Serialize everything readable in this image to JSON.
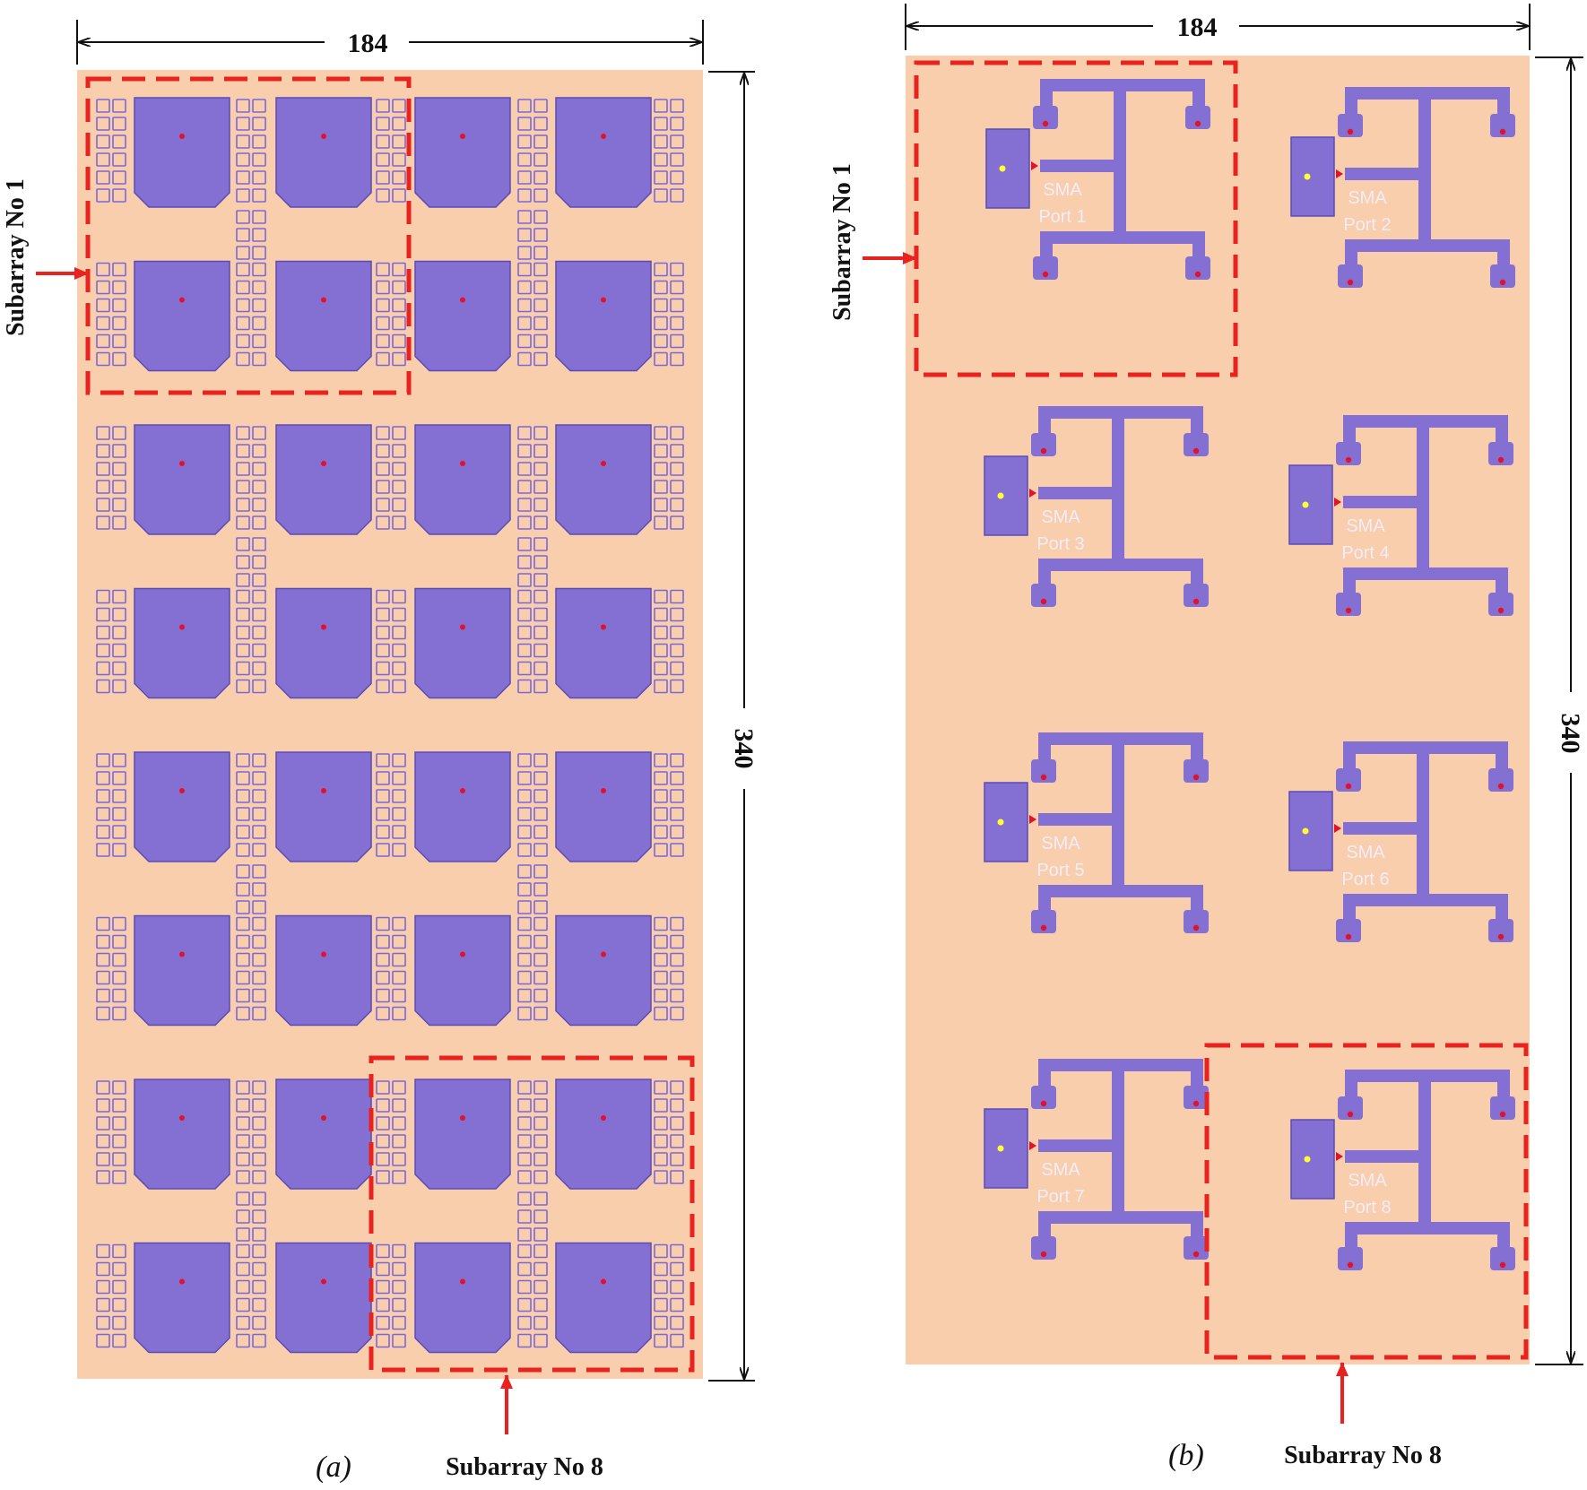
{
  "colors": {
    "substrate": "#f8ceac",
    "patch": "#8470d2",
    "patch_edge": "#5b4bb5",
    "feed_point": "#e0122c",
    "port_dot": "#ffff33",
    "highlight": "#e8221e",
    "dim_line": "#111111"
  },
  "panel_a": {
    "label": "(a)",
    "width_dim": "184",
    "height_dim": "340",
    "subarray_top_label": "Subarray No 1",
    "subarray_bottom_label": "Subarray No 8"
  },
  "panel_b": {
    "label": "(b)",
    "width_dim": "184",
    "height_dim": "340",
    "subarray_top_label": "Subarray No 1",
    "subarray_bottom_label": "Subarray No 8",
    "feeds": [
      {
        "sma": "SMA",
        "port": "Port 1"
      },
      {
        "sma": "SMA",
        "port": "Port 2"
      },
      {
        "sma": "SMA",
        "port": "Port 3"
      },
      {
        "sma": "SMA",
        "port": "Port 4"
      },
      {
        "sma": "SMA",
        "port": "Port 5"
      },
      {
        "sma": "SMA",
        "port": "Port 6"
      },
      {
        "sma": "SMA",
        "port": "Port 7"
      },
      {
        "sma": "SMA",
        "port": "Port 8"
      }
    ]
  }
}
